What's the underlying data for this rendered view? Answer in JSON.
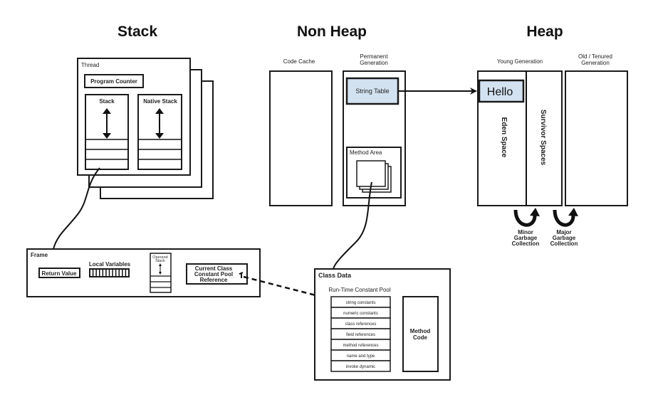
{
  "sections": {
    "stack": "Stack",
    "non_heap": "Non Heap",
    "heap": "Heap"
  },
  "thread": {
    "title": "Thread",
    "program_counter": "Program Counter",
    "stack": "Stack",
    "native_stack": "Native Stack"
  },
  "frame": {
    "title": "Frame",
    "return_value": "Return Value",
    "local_variables": "Local Variables",
    "operand_stack": [
      "Operand",
      "Stack"
    ],
    "constant_pool_ref": [
      "Current Class",
      "Constant Pool",
      "Reference"
    ]
  },
  "non_heap": {
    "code_cache": "Code Cache",
    "permanent_generation": [
      "Permanent",
      "Generation"
    ],
    "string_table": "String Table",
    "method_area": "Method Area"
  },
  "heap": {
    "young_generation": "Young Generation",
    "old_generation": [
      "Old / Tenured",
      "Generation"
    ],
    "hello": "Hello",
    "eden_space": "Eden Space",
    "survivor_spaces": "Survivor Spaces",
    "minor_gc": [
      "Minor",
      "Garbage",
      "Collection"
    ],
    "major_gc": [
      "Major",
      "Garbage",
      "Collection"
    ]
  },
  "class_data": {
    "title": "Class Data",
    "runtime_constant_pool": "Run-Time Constant Pool",
    "pool_items": [
      "string constants",
      "numeric constants",
      "class references",
      "field references",
      "method references",
      "name and type",
      "invoke dynamic"
    ],
    "method_code": [
      "Method",
      "Code"
    ]
  }
}
